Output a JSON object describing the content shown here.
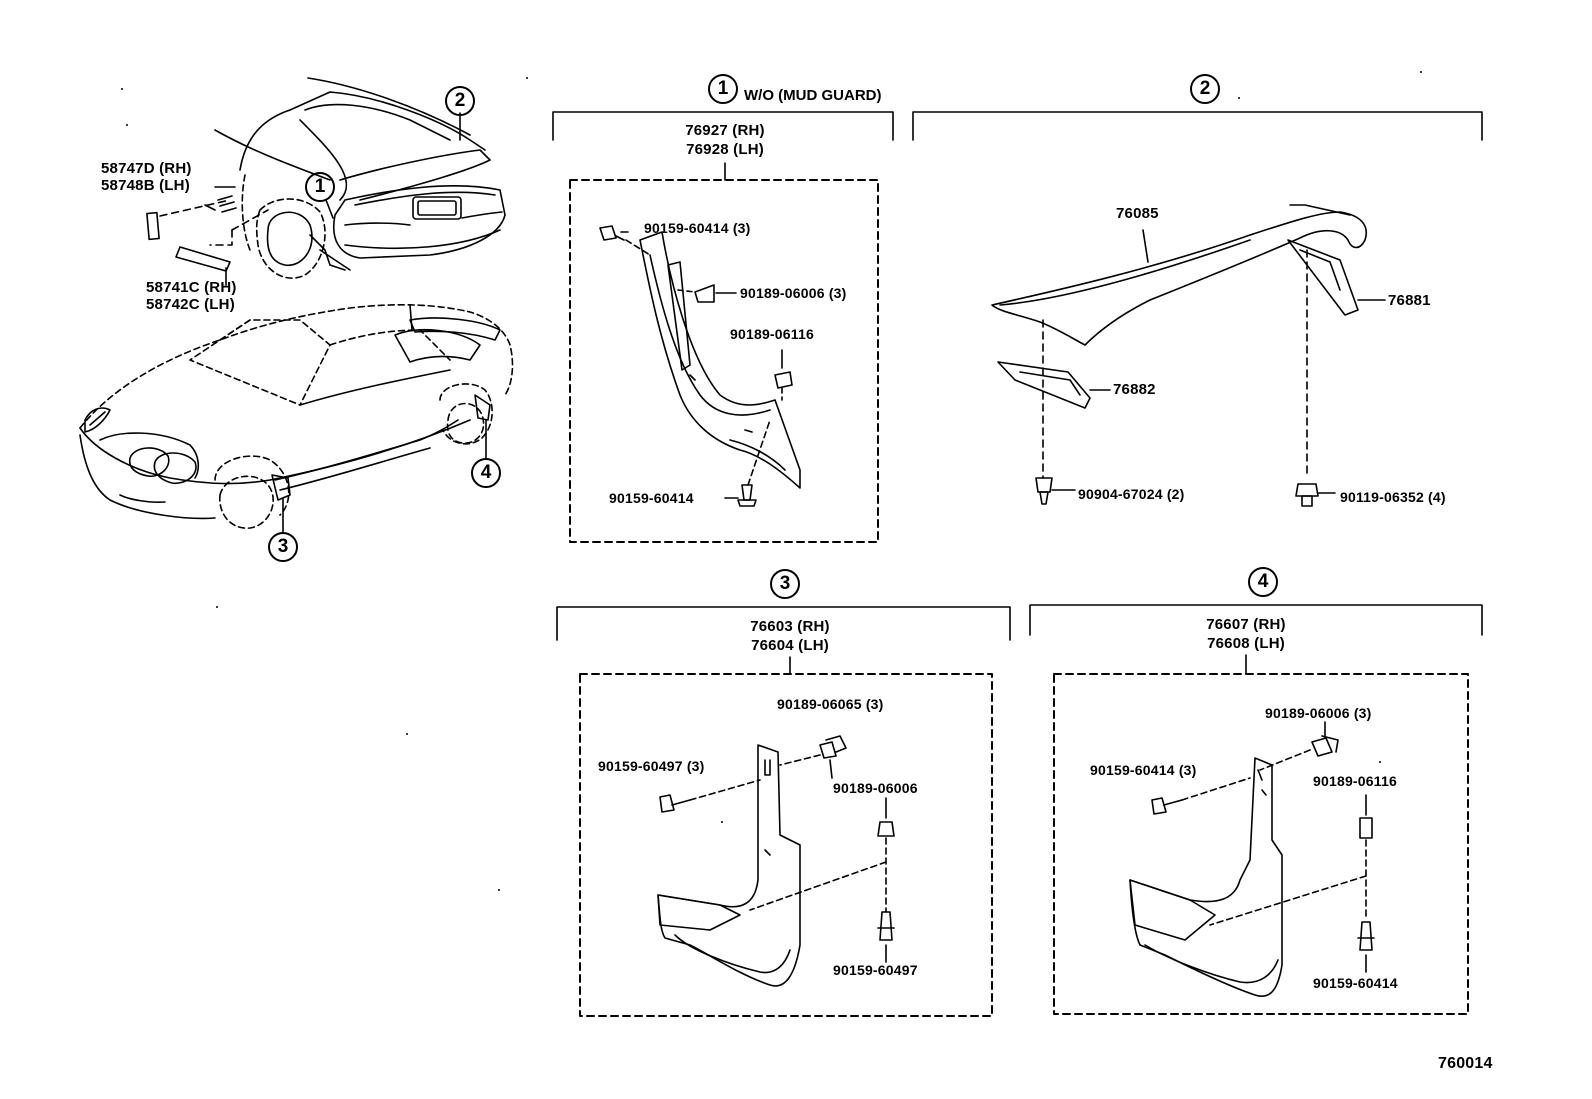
{
  "diagram_code": "760014",
  "section_titles": {
    "s1_number": "1",
    "s1_note": "W/O (MUD  GUARD)",
    "s2_number": "2",
    "s3_number": "3",
    "s4_number": "4"
  },
  "car_callouts": {
    "c1": "1",
    "c2": "2",
    "c3": "3",
    "c4": "4"
  },
  "car_parts": {
    "emblem_rh": "58747D (RH)",
    "emblem_lh": "58748B (LH)",
    "stripe_rh": "58741C (RH)",
    "stripe_lh": "58742C (LH)"
  },
  "section1": {
    "part_rh": "76927 (RH)",
    "part_lh": "76928 (LH)",
    "screw_top": "90159-60414 (3)",
    "clip_a": "90189-06006 (3)",
    "clip_b": "90189-06116",
    "screw_bottom": "90159-60414"
  },
  "section2": {
    "spoiler": "76085",
    "bracket_r": "76881",
    "bracket_l": "76882",
    "fastener_l": "90904-67024 (2)",
    "bolt_r": "90119-06352 (4)"
  },
  "section3": {
    "part_rh": "76603 (RH)",
    "part_lh": "76604 (LH)",
    "clip_a": "90189-06065 (3)",
    "screw_a": "90159-60497 (3)",
    "clip_b": "90189-06006",
    "screw_b": "90159-60497"
  },
  "section4": {
    "part_rh": "76607 (RH)",
    "part_lh": "76608 (LH)",
    "clip_a": "90189-06006 (3)",
    "screw_a": "90159-60414 (3)",
    "clip_b": "90189-06116",
    "screw_b": "90159-60414"
  }
}
